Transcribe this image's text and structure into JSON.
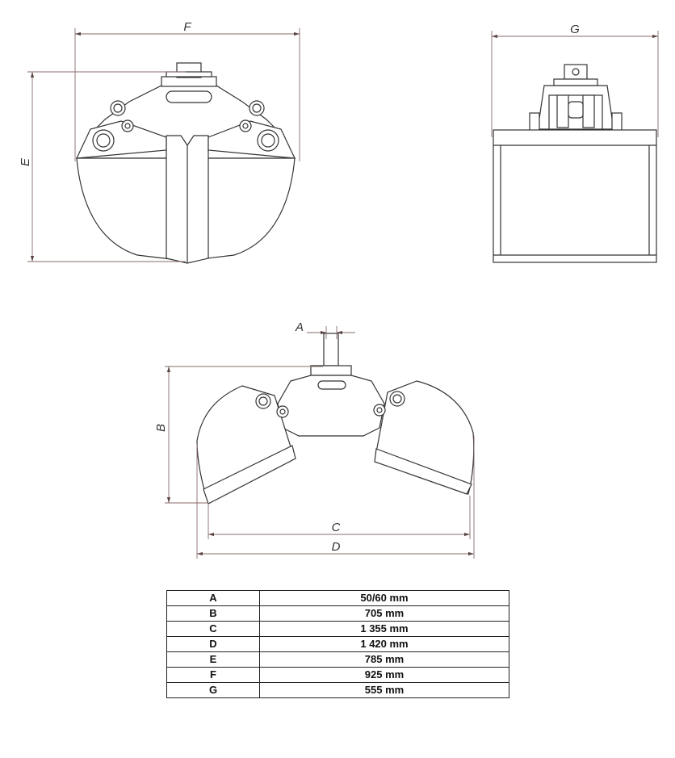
{
  "dimension_labels": {
    "A": "A",
    "B": "B",
    "C": "C",
    "D": "D",
    "E": "E",
    "F": "F",
    "G": "G"
  },
  "spec_table": [
    {
      "key": "A",
      "value": "50/60 mm"
    },
    {
      "key": "B",
      "value": "705 mm"
    },
    {
      "key": "C",
      "value": "1 355 mm"
    },
    {
      "key": "D",
      "value": "1 420 mm"
    },
    {
      "key": "E",
      "value": "785 mm"
    },
    {
      "key": "F",
      "value": "925 mm"
    },
    {
      "key": "G",
      "value": "555 mm"
    }
  ]
}
